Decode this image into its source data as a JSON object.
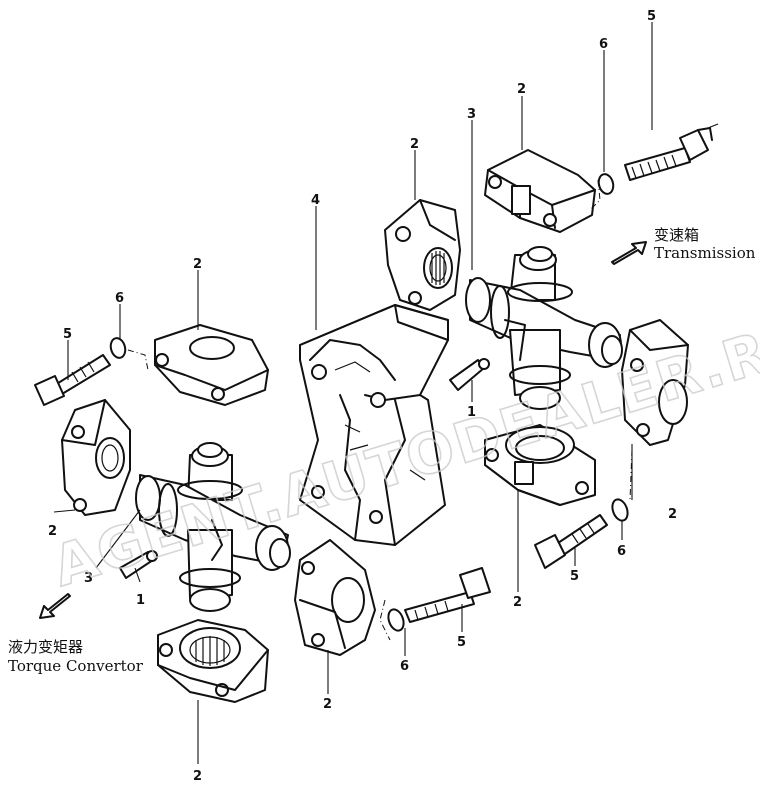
{
  "watermark": "AGENT.AUTODEALER.RU",
  "labels": {
    "transmission_cn": "变速箱",
    "transmission_en": "Transmission",
    "converter_cn": "液力变矩器",
    "converter_en": "Torque Convertor"
  },
  "callouts": {
    "c1": "5",
    "c2": "6",
    "c3": "2",
    "c4": "3",
    "c5": "2",
    "c6": "4",
    "c7": "2",
    "c8": "6",
    "c9": "5",
    "c10": "1",
    "c11": "2",
    "c12": "2",
    "c13": "3",
    "c14": "1",
    "c15": "2",
    "c16": "6",
    "c17": "5",
    "c18": "2",
    "c19": "6",
    "c20": "5",
    "c21": "2"
  }
}
